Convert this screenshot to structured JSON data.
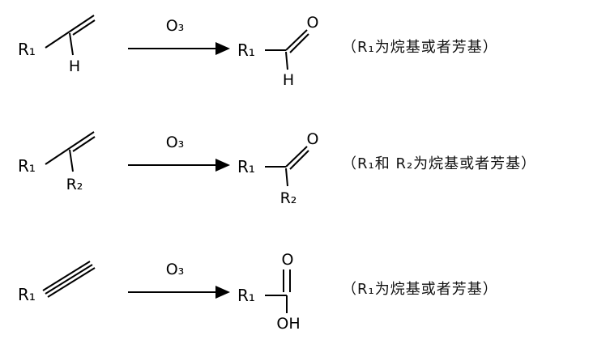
{
  "figure_title": "ozonolysis-reaction-schemes",
  "colors": {
    "ink": "#000000",
    "background": "#ffffff"
  },
  "reactions": [
    {
      "left_label": "R₁",
      "left_sub": "H",
      "reagent": "O₃",
      "right_label": "R₁",
      "right_top": "O",
      "right_sub": "H",
      "note": "（R₁为烷基或者芳基）"
    },
    {
      "left_label": "R₁",
      "left_sub": "R₂",
      "reagent": "O₃",
      "right_label": "R₁",
      "right_top": "O",
      "right_sub": "R₂",
      "note": "（R₁和 R₂为烷基或者芳基）"
    },
    {
      "left_label": "R₁",
      "reagent": "O₃",
      "right_label": "R₁",
      "right_top": "O",
      "right_sub": "OH",
      "note": "（R₁为烷基或者芳基）"
    }
  ]
}
